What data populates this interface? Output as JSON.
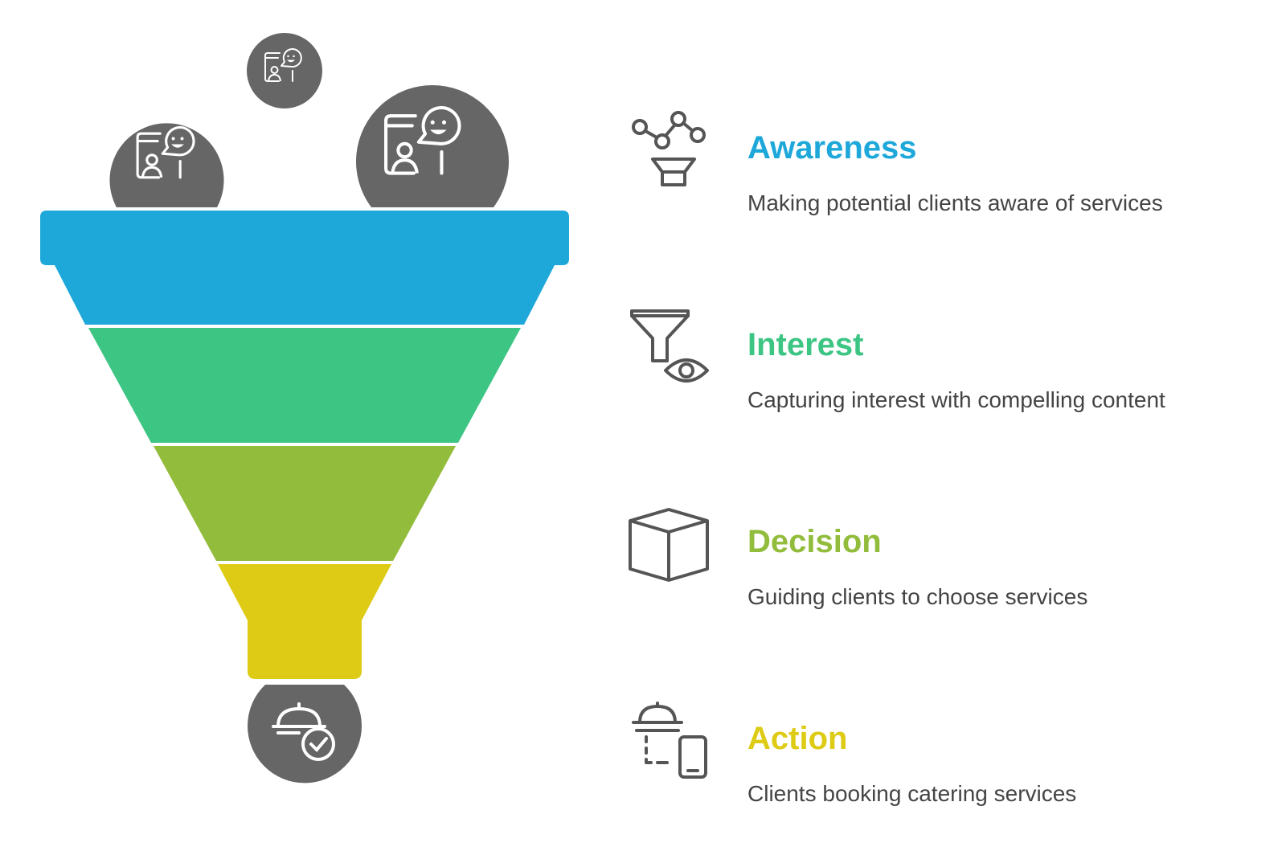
{
  "colors": {
    "awareness": "#1EA8DA",
    "interest": "#3DC584",
    "decision": "#92BC3B",
    "action": "#DDCB15",
    "bubble": "#666666",
    "icon_stroke": "#ffffff",
    "line_icon": "#555555",
    "text": "#444444"
  },
  "funnel_bubbles": [
    {
      "icon": "person-smile-chat-icon"
    },
    {
      "icon": "person-smile-chat-icon"
    },
    {
      "icon": "person-smile-chat-icon"
    },
    {
      "icon": "catering-cloche-check-icon"
    }
  ],
  "stages": [
    {
      "title": "Awareness",
      "description": "Making potential clients aware of services",
      "icon": "network-funnel-icon",
      "color": "#1EA8DA"
    },
    {
      "title": "Interest",
      "description": "Capturing interest with compelling content",
      "icon": "funnel-eye-icon",
      "color": "#3DC584"
    },
    {
      "title": "Decision",
      "description": "Guiding clients to choose services",
      "icon": "box-icon",
      "color": "#92BC3B"
    },
    {
      "title": "Action",
      "description": "Clients booking catering services",
      "icon": "cloche-phone-icon",
      "color": "#DDCB15"
    }
  ]
}
